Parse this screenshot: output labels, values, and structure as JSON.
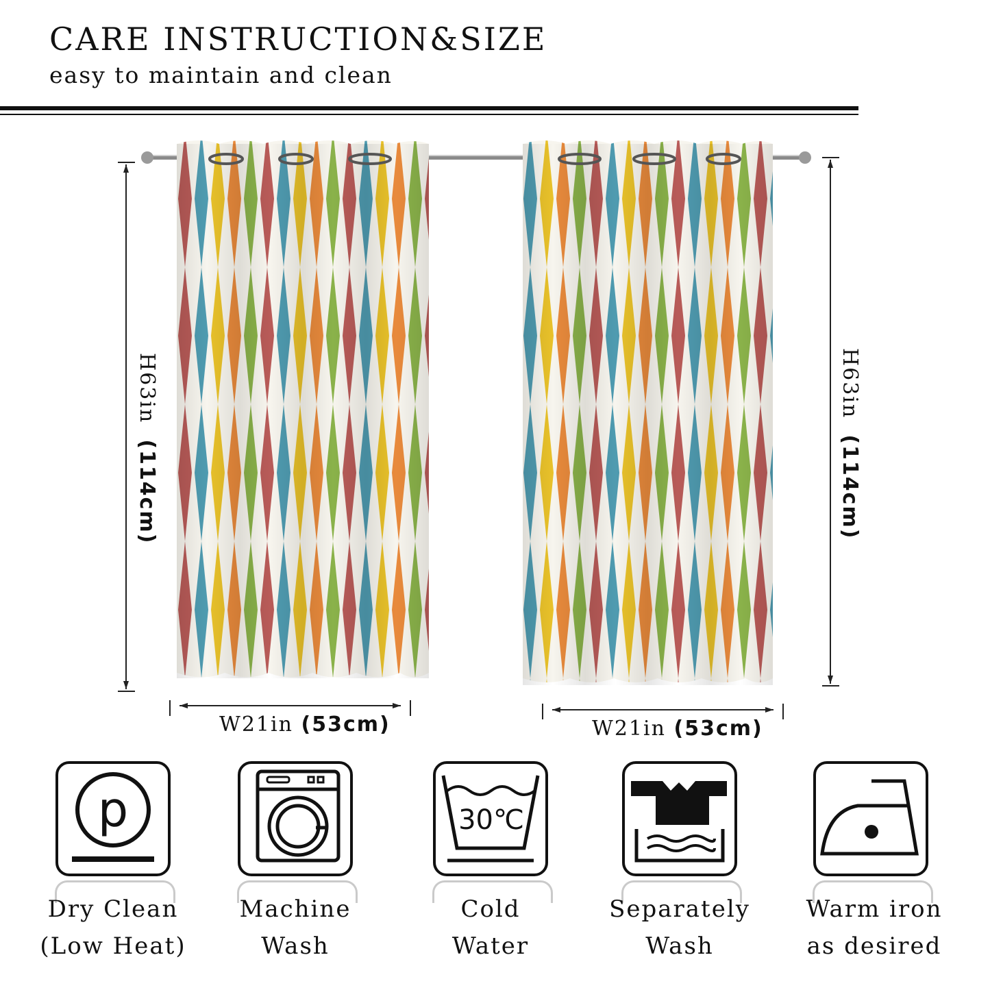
{
  "header": {
    "title": "CARE INSTRUCTION&SIZE",
    "subtitle": "easy to maintain and clean"
  },
  "dimensions": {
    "left_height": "H63in",
    "left_height_cm": "(114cm)",
    "right_height": "H63in",
    "right_height_cm": "(114cm)",
    "left_width": "W21in",
    "left_width_cm": "(53cm)",
    "right_width": "W21in",
    "right_width_cm": "(53cm)"
  },
  "curtain_colors": [
    "#b85b58",
    "#4f9bb0",
    "#e8c12a",
    "#e88a3c",
    "#8ab24a"
  ],
  "care": [
    {
      "icon": "dry-clean-icon",
      "line1": "Dry Clean",
      "line2": "(Low Heat)"
    },
    {
      "icon": "machine-wash-icon",
      "line1": "Machine",
      "line2": "Wash"
    },
    {
      "icon": "cold-water-icon",
      "line1": "Cold",
      "line2": "Water",
      "temp": "30℃"
    },
    {
      "icon": "separately-wash-icon",
      "line1": "Separately",
      "line2": "Wash"
    },
    {
      "icon": "warm-iron-icon",
      "line1": "Warm iron",
      "line2": "as desired"
    }
  ]
}
